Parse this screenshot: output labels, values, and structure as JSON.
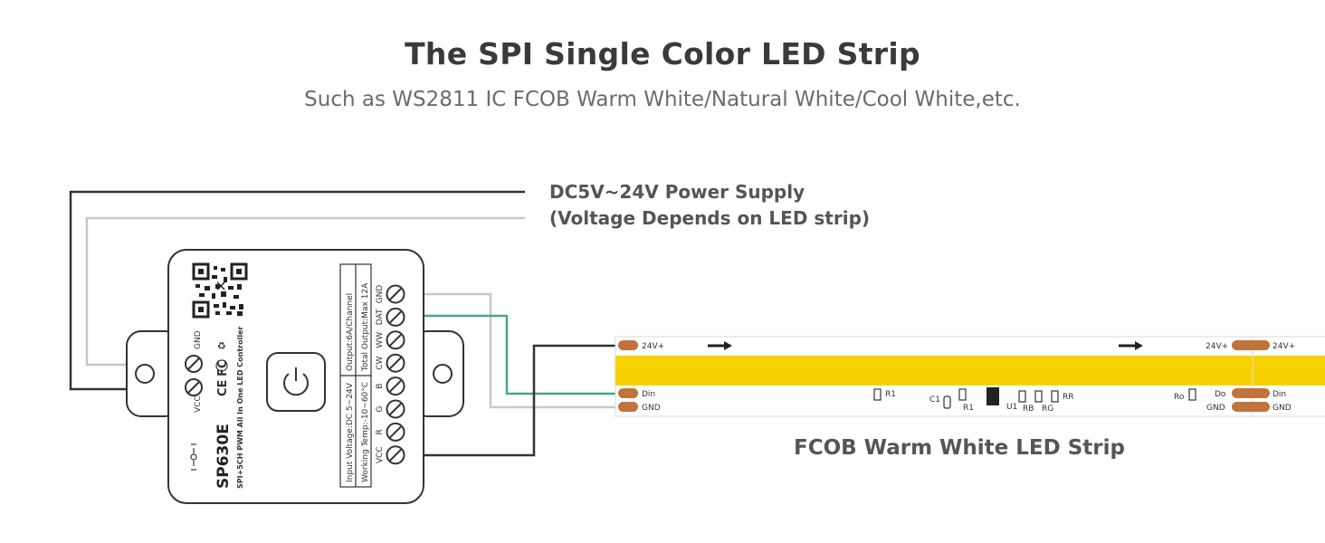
{
  "header": {
    "title": "The SPI Single Color LED Strip",
    "subtitle": "Such as WS2811 IC FCOB Warm White/Natural White/Cool White,etc."
  },
  "power": {
    "line1": "DC5V~24V Power Supply",
    "line2": "(Voltage Depends on LED strip)"
  },
  "controller": {
    "model": "SP630E",
    "description": "SPI+5CH PWM All In One LED Controller",
    "input_terminals": [
      "GND",
      "VCC"
    ],
    "certifications": [
      "CE",
      "FC"
    ],
    "spec_input": "Input Voltage:DC 5~24V",
    "spec_temp": "Working Temp:-10~60°C",
    "spec_output": "Output:6A/Channel",
    "spec_total": "Total Output:Max 12A",
    "output_terminals": [
      "GND",
      "DAT",
      "WW",
      "CW",
      "B",
      "G",
      "R",
      "VCC"
    ]
  },
  "strip": {
    "label": "FCOB Warm White LED Strip",
    "pad_left": [
      "24V+",
      "Din",
      "GND"
    ],
    "pad_right_top_left": "24V+",
    "pad_right_top_right": "24V+",
    "pad_right_mid_left": "Do",
    "pad_right_mid_right": "Din",
    "pad_right_bot_left": "GND",
    "pad_right_bot_right": "GND",
    "components": [
      "R1",
      "C1",
      "R1",
      "U1",
      "RB",
      "RG",
      "RR",
      "Ro"
    ],
    "colors": {
      "cob": "#f6d300",
      "pad": "#c0733a",
      "board": "#ffffff"
    }
  },
  "wires": {
    "black": "#333333",
    "gray": "#c8c8c8",
    "green": "#4aa878"
  }
}
